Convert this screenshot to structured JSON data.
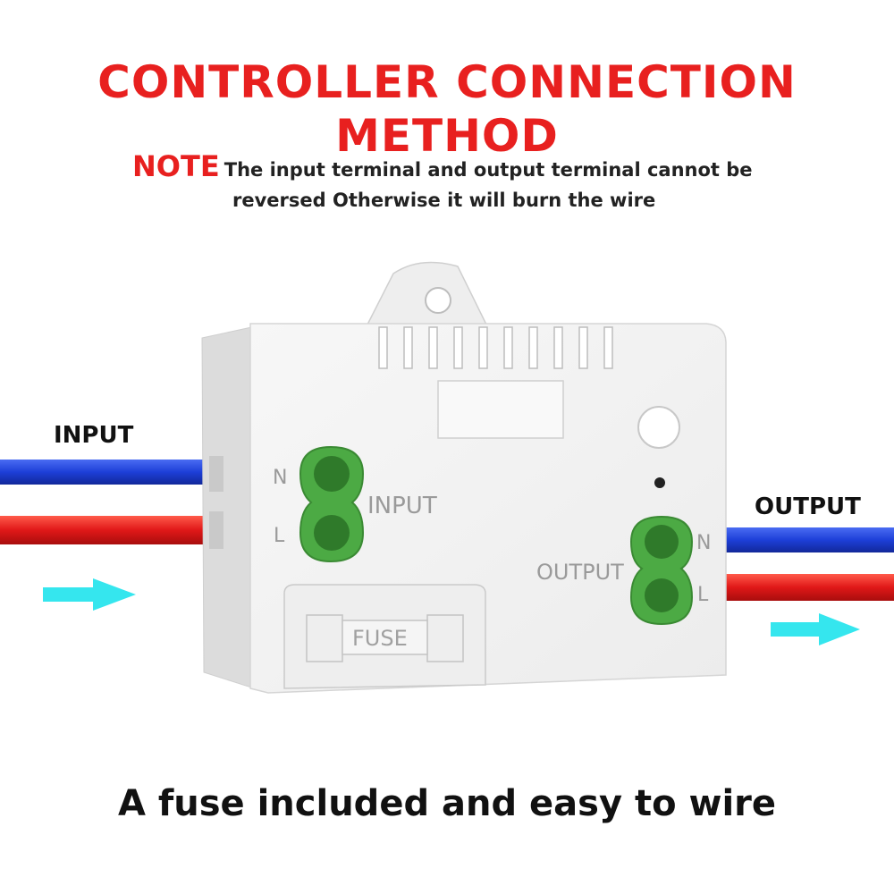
{
  "title": "CONTROLLER CONNECTION METHOD",
  "note": {
    "tag": "NOTE",
    "line1": "The input terminal and output terminal cannot be",
    "line2": "reversed Otherwise it will burn the wire"
  },
  "wire_labels": {
    "input": "INPUT",
    "output": "OUTPUT"
  },
  "device": {
    "input_label": "INPUT",
    "output_label": "OUTPUT",
    "fuse_label": "FUSE",
    "n_label": "N",
    "l_label": "L"
  },
  "footer": "A fuse included and easy to wire",
  "colors": {
    "title": "#e8201f",
    "note_tag": "#e8201f",
    "neutral_wire": "#1d3fd8",
    "live_wire": "#e01818",
    "terminal": "#4caa44",
    "arrow": "#35e6ee",
    "device_body": "#f2f2f2"
  },
  "icons": [
    "flow-arrow-icon"
  ]
}
